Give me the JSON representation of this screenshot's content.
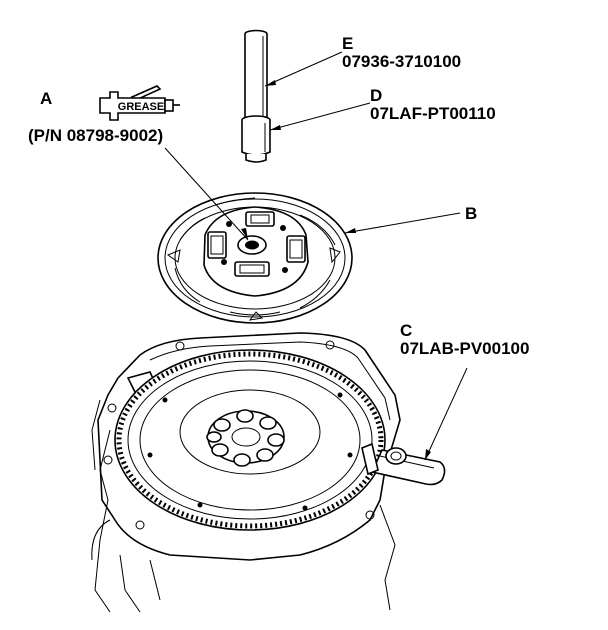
{
  "callouts": {
    "a": {
      "letter": "A",
      "part_number": "(P/N 08798-9002)",
      "tube_text": "GREASE"
    },
    "b": {
      "letter": "B"
    },
    "c": {
      "letter": "C",
      "code": "07LAB-PV00100"
    },
    "d": {
      "letter": "D",
      "code": "07LAF-PT00110"
    },
    "e": {
      "letter": "E",
      "code": "07936-3710100"
    }
  },
  "colors": {
    "ink": "#000000",
    "paper": "#ffffff"
  },
  "icons": [
    "grease-tube-icon",
    "clutch-disc",
    "flywheel",
    "ring-gear-holder-tool",
    "alignment-shaft-tool"
  ]
}
